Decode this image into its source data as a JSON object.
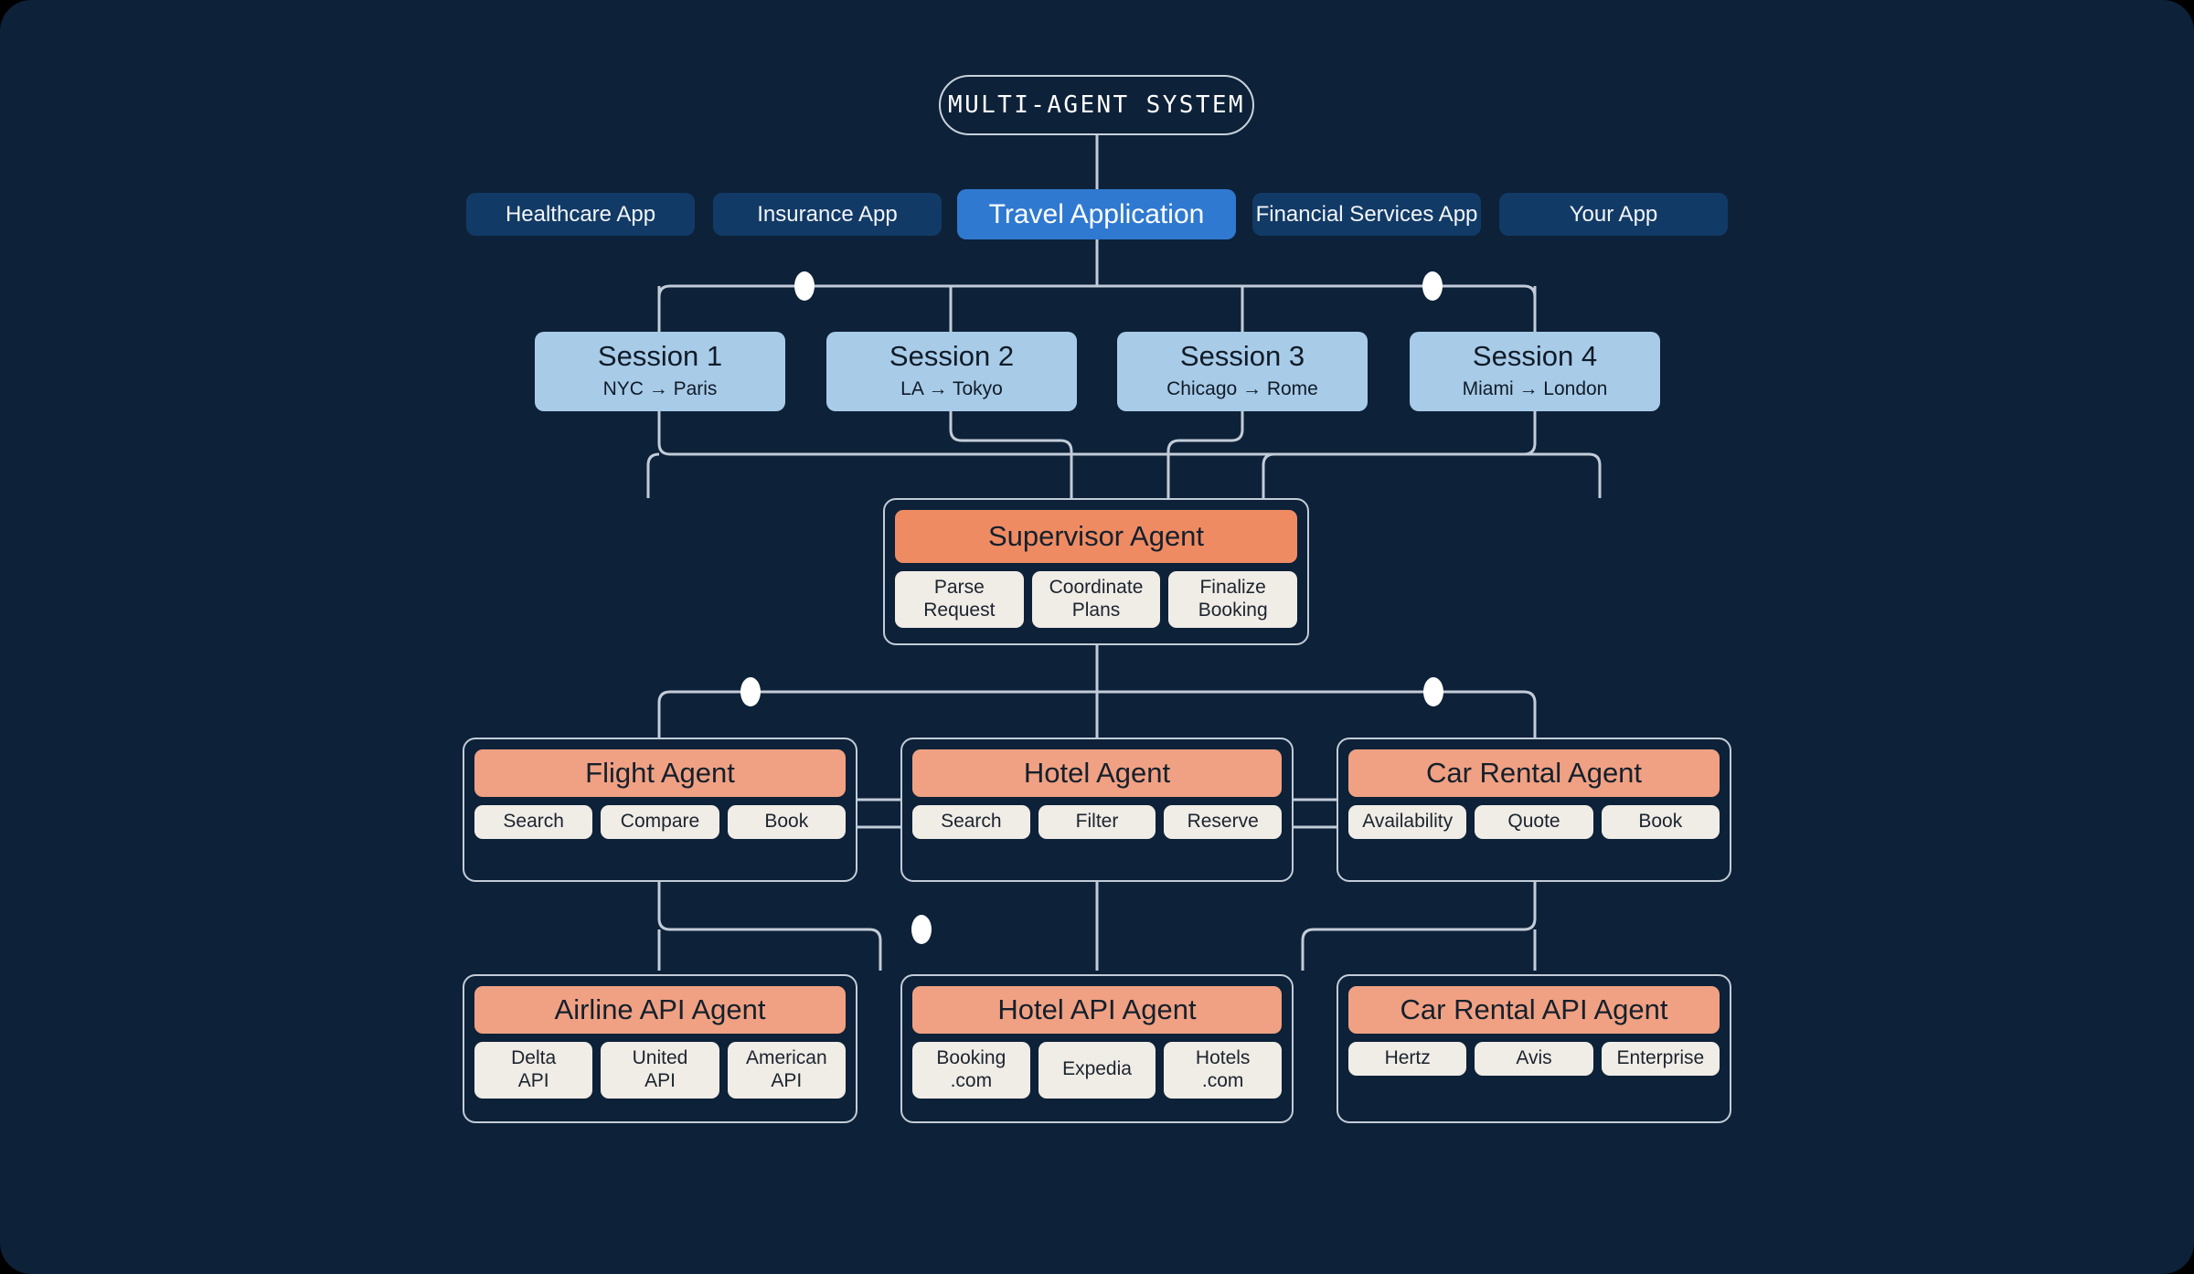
{
  "title": "MULTI-AGENT SYSTEM",
  "colors": {
    "background": "#0d2138",
    "app_tab": "#123a66",
    "app_tab_active": "#2f79d0",
    "session": "#a8cbe8",
    "supervisor_header": "#ef8b63",
    "agent_header": "#f0a183",
    "chip": "#f0ece6",
    "connector": "#c2ccd8",
    "junction_dot": "#ffffff"
  },
  "apps": [
    {
      "label": "Healthcare App",
      "active": false
    },
    {
      "label": "Insurance App",
      "active": false
    },
    {
      "label": "Travel Application",
      "active": true
    },
    {
      "label": "Financial Services App",
      "active": false
    },
    {
      "label": "Your App",
      "active": false
    }
  ],
  "sessions": [
    {
      "title": "Session 1",
      "route": "NYC → Paris"
    },
    {
      "title": "Session 2",
      "route": "LA → Tokyo"
    },
    {
      "title": "Session 3",
      "route": "Chicago → Rome"
    },
    {
      "title": "Session 4",
      "route": "Miami → London"
    }
  ],
  "supervisor": {
    "title": "Supervisor Agent",
    "capabilities": [
      {
        "lines": [
          "Parse",
          "Request"
        ]
      },
      {
        "lines": [
          "Coordinate",
          "Plans"
        ]
      },
      {
        "lines": [
          "Finalize",
          "Booking"
        ]
      }
    ]
  },
  "agents": [
    {
      "title": "Flight Agent",
      "capabilities": [
        {
          "lines": [
            "Search"
          ]
        },
        {
          "lines": [
            "Compare"
          ]
        },
        {
          "lines": [
            "Book"
          ]
        }
      ]
    },
    {
      "title": "Hotel Agent",
      "capabilities": [
        {
          "lines": [
            "Search"
          ]
        },
        {
          "lines": [
            "Filter"
          ]
        },
        {
          "lines": [
            "Reserve"
          ]
        }
      ]
    },
    {
      "title": "Car Rental Agent",
      "capabilities": [
        {
          "lines": [
            "Availability"
          ]
        },
        {
          "lines": [
            "Quote"
          ]
        },
        {
          "lines": [
            "Book"
          ]
        }
      ]
    }
  ],
  "api_agents": [
    {
      "title": "Airline API Agent",
      "capabilities": [
        {
          "lines": [
            "Delta",
            "API"
          ]
        },
        {
          "lines": [
            "United",
            "API"
          ]
        },
        {
          "lines": [
            "American",
            "API"
          ]
        }
      ]
    },
    {
      "title": "Hotel API Agent",
      "capabilities": [
        {
          "lines": [
            "Booking",
            ".com"
          ]
        },
        {
          "lines": [
            "Expedia"
          ]
        },
        {
          "lines": [
            "Hotels",
            ".com"
          ]
        }
      ]
    },
    {
      "title": "Car Rental API Agent",
      "capabilities": [
        {
          "lines": [
            "Hertz"
          ]
        },
        {
          "lines": [
            "Avis"
          ]
        },
        {
          "lines": [
            "Enterprise"
          ]
        }
      ]
    }
  ]
}
